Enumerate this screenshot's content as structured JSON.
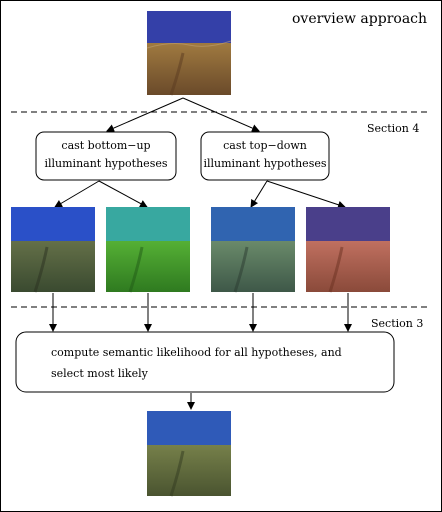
{
  "header": {
    "title": "overview approach"
  },
  "sections": {
    "upper_label": "Section 4",
    "lower_label": "Section 3"
  },
  "boxes": {
    "bottom_up": {
      "line1": "cast bottom−up",
      "line2": "illuminant hypotheses"
    },
    "top_down": {
      "line1": "cast top−down",
      "line2": "illuminant hypotheses"
    },
    "semantic": {
      "line1": "compute semantic likelihood for all hypotheses, and",
      "line2": "select most likely"
    }
  },
  "images": {
    "input": {
      "sky": "#3440a8",
      "ground": "#8a6a3a"
    },
    "hyp_bottom_up_1": {
      "sky": "#2a50c8",
      "ground": "#4d5a3a"
    },
    "hyp_bottom_up_2": {
      "sky": "#38a8a0",
      "ground": "#3f9a2a"
    },
    "hyp_top_down_1": {
      "sky": "#3064b0",
      "ground": "#4e6a58"
    },
    "hyp_top_down_2": {
      "sky": "#4a3f8a",
      "ground": "#a85a4a"
    },
    "output": {
      "sky": "#2f5ab8",
      "ground": "#5f6a38"
    }
  },
  "colors": {
    "line": "#000000",
    "box_fill": "#ffffff"
  }
}
